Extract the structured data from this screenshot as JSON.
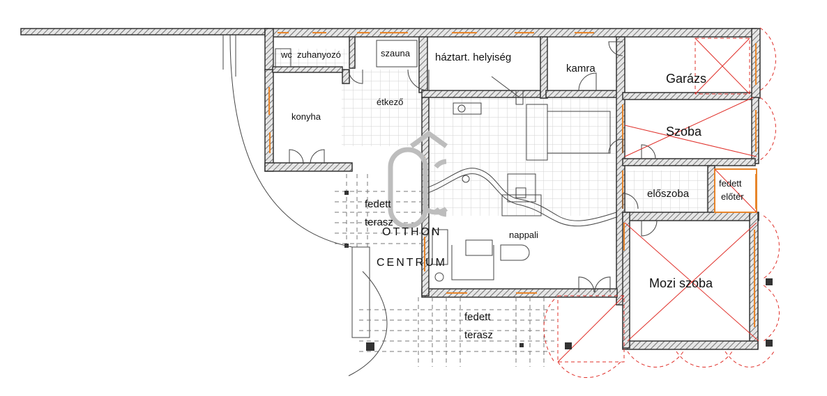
{
  "rooms": {
    "wc": "wc",
    "zuhanyozo": "zuhanyozó",
    "szauna": "szauna",
    "haztart": "háztart. helyiség",
    "kamra": "kamra",
    "garazs": "Garázs",
    "konyha": "konyha",
    "etkezo": "étkező",
    "szoba": "Szoba",
    "eloszoba": "előszoba",
    "fedett_eloter_1": "fedett",
    "fedett_eloter_2": "előtér",
    "fedett_terasz_left_1": "fedett",
    "fedett_terasz_left_2": "terasz",
    "nappali": "nappali",
    "mozi_szoba": "Mozi szoba",
    "fedett_terasz_bottom_1": "fedett",
    "fedett_terasz_bottom_2": "terasz"
  },
  "watermark": {
    "line1": "OTTHON",
    "line2": "CENTRUM"
  },
  "colors": {
    "wall": "#333333",
    "accent_orange": "#e8852a",
    "accent_red": "#e0302a",
    "watermark": "#bdbdbd"
  }
}
